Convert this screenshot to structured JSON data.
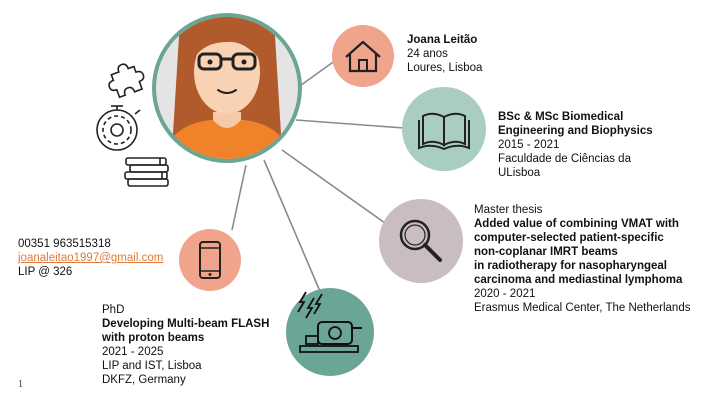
{
  "profile": {
    "name": "Joana Leitão",
    "age": "24 anos",
    "location": "Loures, Lisboa"
  },
  "education": {
    "title_line1": "BSc & MSc Biomedical",
    "title_line2": "Engineering and Biophysics",
    "years": "2015 - 2021",
    "institution_line1": "Faculdade de Ciências da",
    "institution_line2": "ULisboa"
  },
  "master": {
    "label": "Master thesis",
    "title_lines": [
      "Added value of combining VMAT with",
      "computer-selected patient-specific",
      "non-coplanar IMRT beams",
      "in radiotherapy for nasopharyngeal",
      "carcinoma and mediastinal lymphoma"
    ],
    "years": "2020 - 2021",
    "institution": "Erasmus Medical Center, The Netherlands"
  },
  "contact": {
    "phone": "00351 963515318",
    "email": "joanaleitao1997@gmail.com",
    "office": "LIP @ 326"
  },
  "phd": {
    "label": "PhD",
    "title_line1": "Developing Multi-beam FLASH",
    "title_line2": "with proton beams",
    "years": "2021 - 2025",
    "institution_line1": "LIP and IST, Lisboa",
    "institution_line2": "DKFZ, Germany"
  },
  "page_number": "1",
  "colors": {
    "coral": "#f0a48c",
    "teal": "#a9cdc0",
    "mauve": "#c9bdc2",
    "avatar_bg": "#e4e4e4",
    "avatar_ring": "#6aa596",
    "hair": "#b15a2c",
    "shirt": "#f0832a",
    "line": "#8a8a8a"
  },
  "icons": [
    "avatar",
    "house-icon",
    "book-icon",
    "magnifier-icon",
    "phone-icon",
    "accelerator-icon",
    "puzzle-icon",
    "brain-gear-icon",
    "books-stack-icon"
  ]
}
